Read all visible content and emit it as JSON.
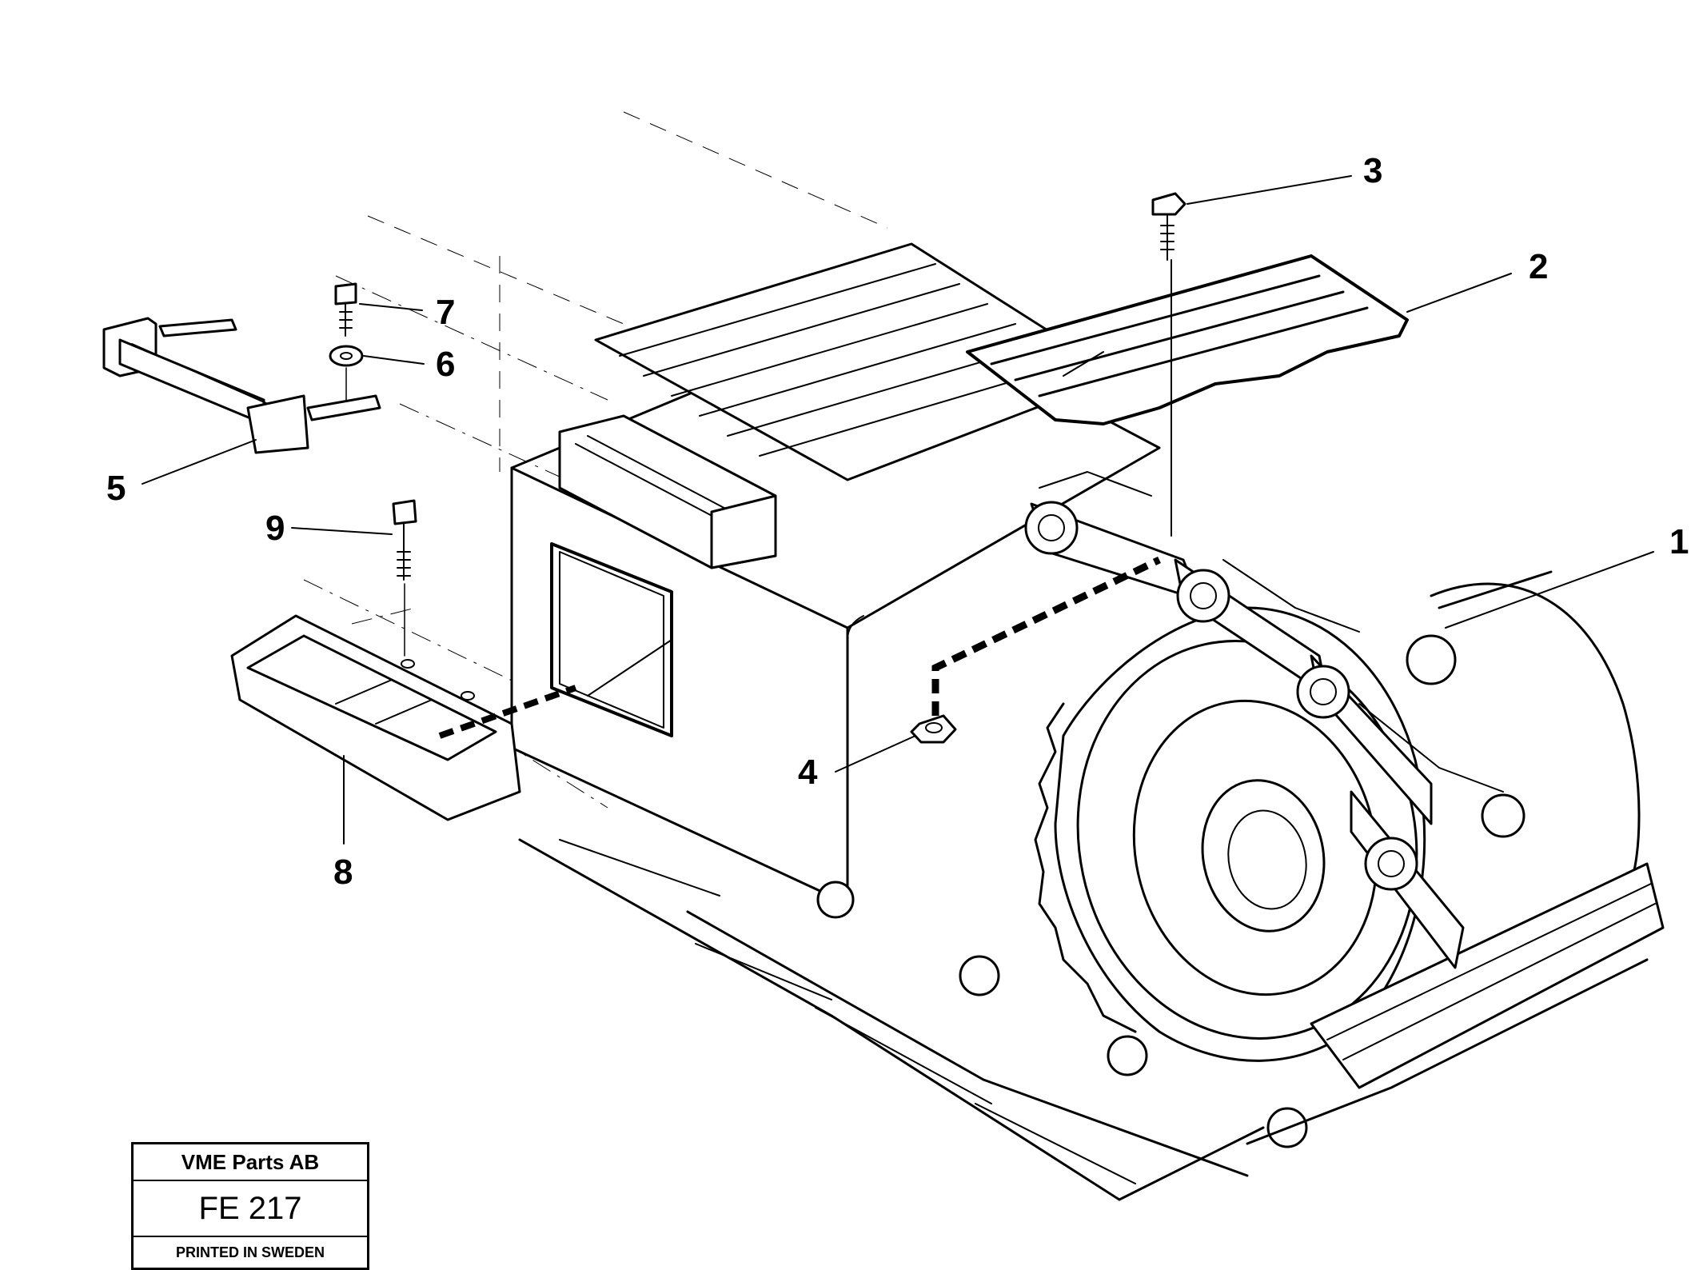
{
  "diagram": {
    "callouts": [
      {
        "id": "callout-1",
        "label": "1"
      },
      {
        "id": "callout-2",
        "label": "2"
      },
      {
        "id": "callout-3",
        "label": "3"
      },
      {
        "id": "callout-4",
        "label": "4"
      },
      {
        "id": "callout-5",
        "label": "5"
      },
      {
        "id": "callout-6",
        "label": "6"
      },
      {
        "id": "callout-7",
        "label": "7"
      },
      {
        "id": "callout-8",
        "label": "8"
      },
      {
        "id": "callout-9",
        "label": "9"
      }
    ]
  },
  "title_block": {
    "company": "VME Parts AB",
    "code": "FE 217",
    "printed": "PRINTED IN SWEDEN"
  }
}
